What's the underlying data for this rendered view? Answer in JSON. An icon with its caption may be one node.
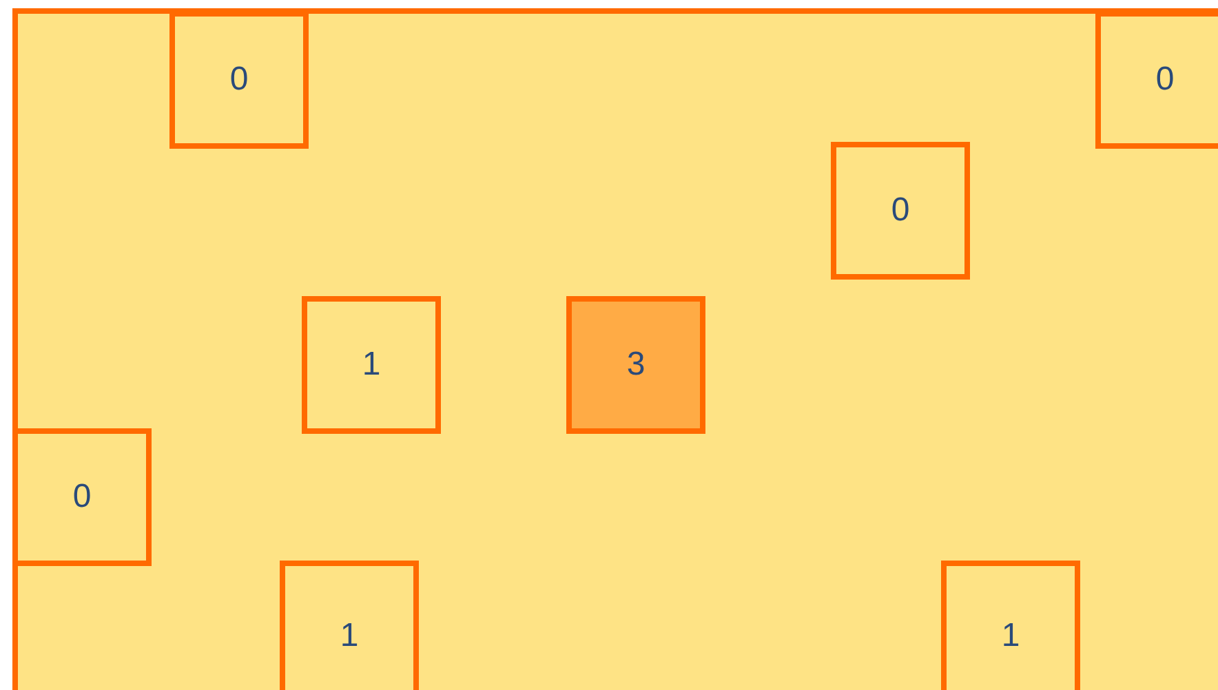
{
  "diagram": {
    "nodes": [
      {
        "text": [],
        "shape": "box"
      },
      {
        "text": [
          "0"
        ],
        "in": 0
      },
      {
        "text": [
          "0"
        ],
        "in": 0
      },
      {
        "text": [
          "0"
        ],
        "in": 0
      },
      {
        "text": [
          "1"
        ],
        "in": 0
      },
      {
        "text": [
          "3"
        ],
        "in": 0
      },
      {
        "text": [
          "0"
        ],
        "in": 0
      },
      {
        "text": [
          "1"
        ],
        "in": 0
      },
      {
        "text": [
          "1"
        ],
        "in": 0
      }
    ]
  }
}
